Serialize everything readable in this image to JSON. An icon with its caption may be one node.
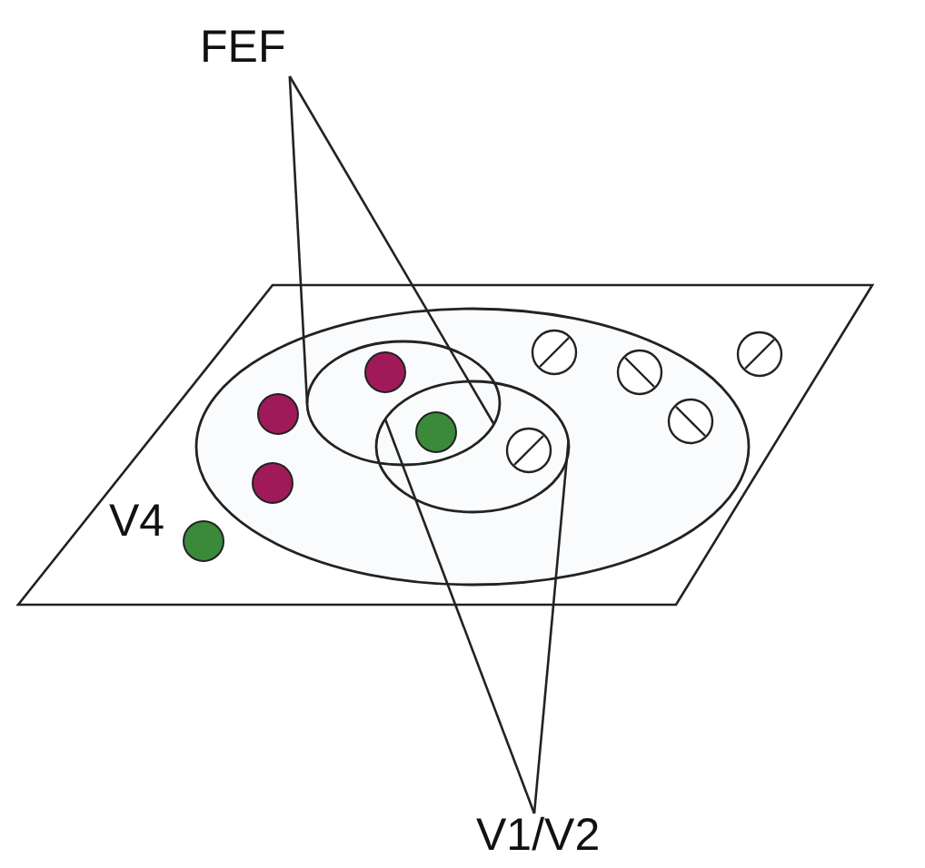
{
  "diagram": {
    "nodes": [
      {
        "text": [
          "V4"
        ]
      },
      {
        "text": [],
        "shape": "ellipse",
        "in": 0
      },
      {
        "text": [],
        "shape": "ellipse",
        "in": 1
      },
      {
        "text": [],
        "shape": "ellipse",
        "in": 1
      },
      {
        "text": [
          "FEF"
        ]
      },
      {
        "text": [
          "V1/V2"
        ]
      }
    ],
    "edges": [
      {
        "from": 4,
        "to": 2,
        "arrow": "none"
      },
      {
        "from": 4,
        "to": 2,
        "arrow": "none"
      },
      {
        "from": 5,
        "to": 3,
        "arrow": "none"
      },
      {
        "from": 5,
        "to": 3,
        "arrow": "none"
      }
    ]
  }
}
